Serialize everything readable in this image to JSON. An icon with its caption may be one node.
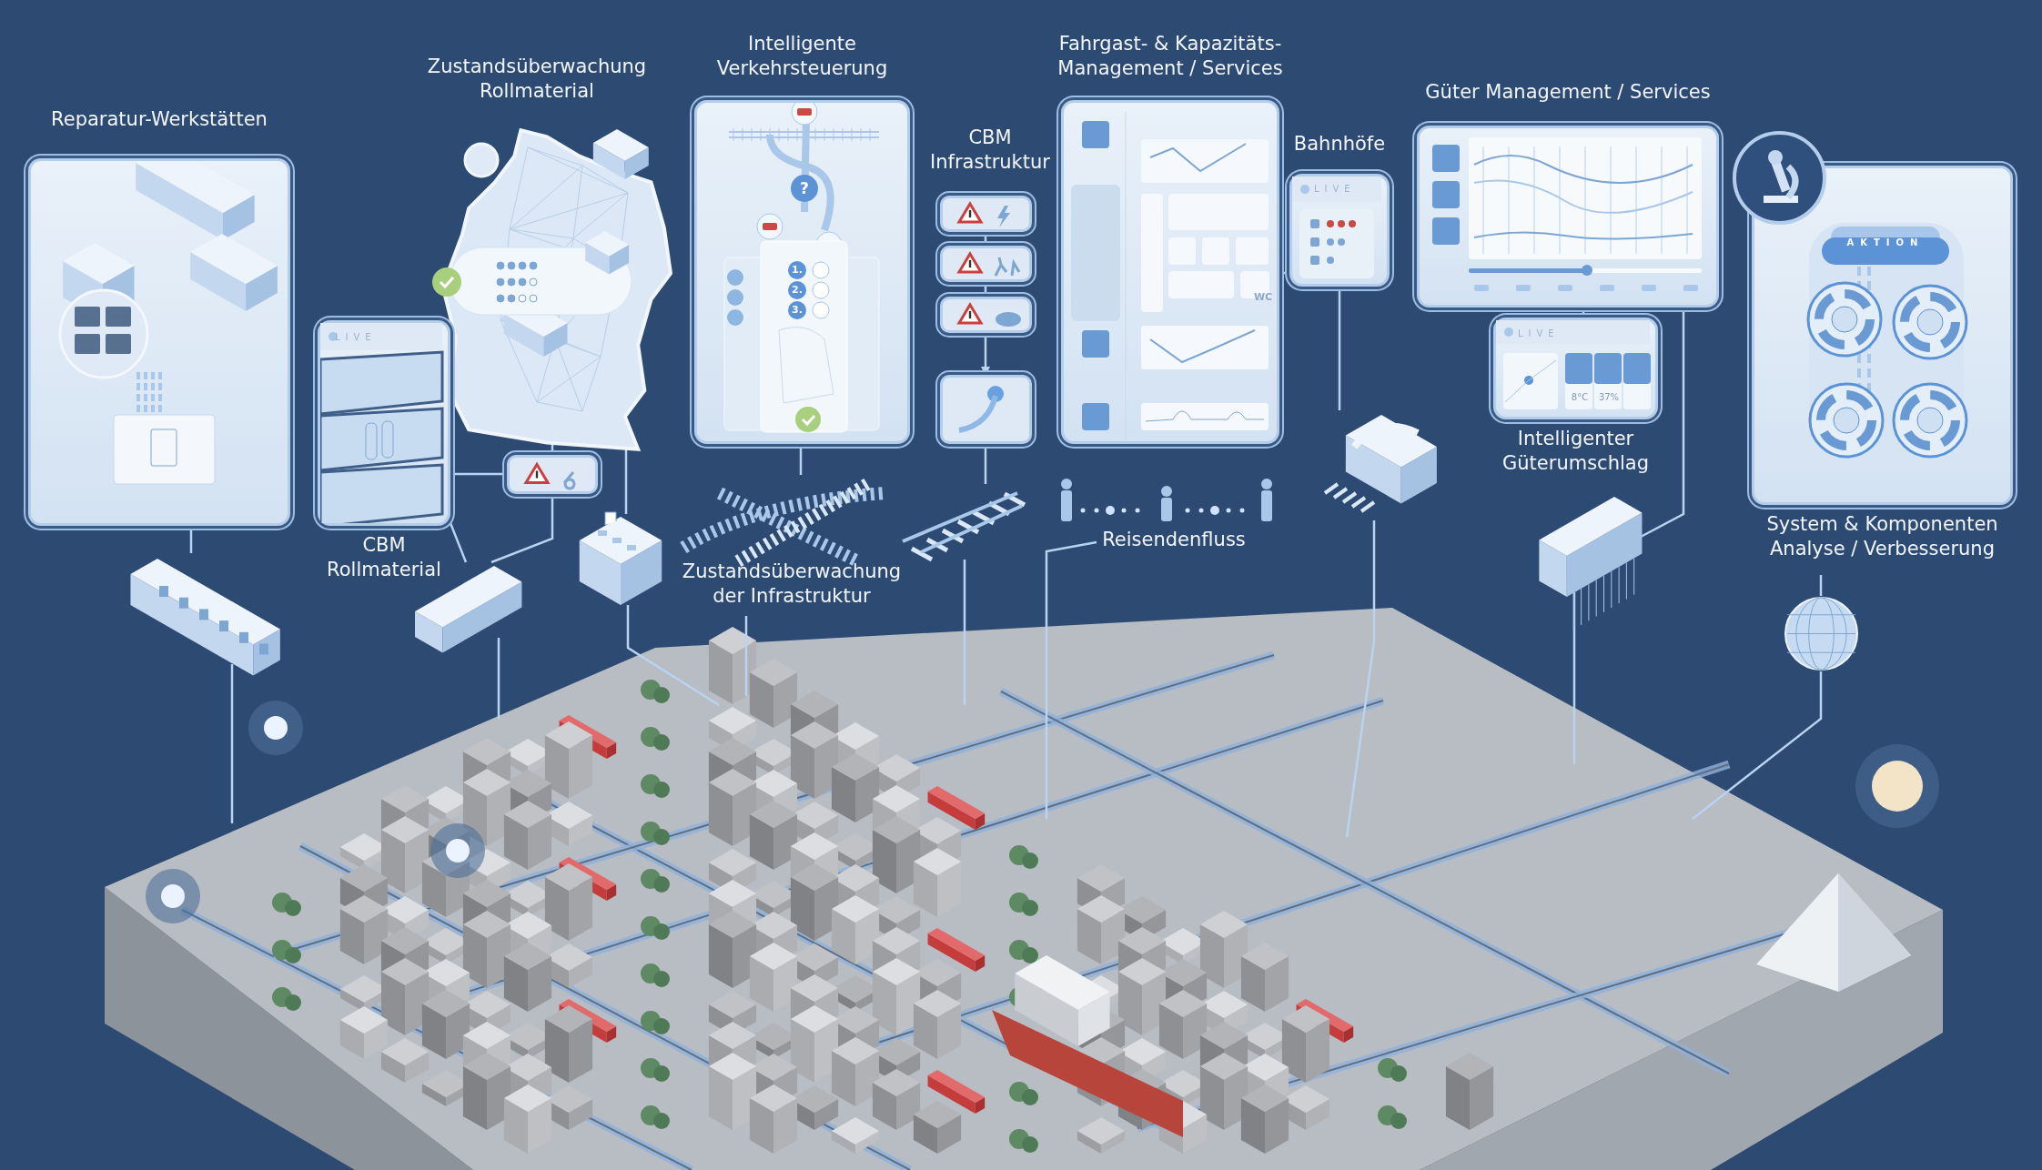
{
  "diagram": {
    "nodes": [
      {
        "text": [
          "Reparatur-Werkstätten"
        ]
      },
      {
        "text": [
          "Zustandsüberwachung Rollmaterial"
        ]
      },
      {
        "text": [
          "LIVE",
          "CBM Rollmaterial"
        ]
      },
      {
        "text": [],
        "shape": "box"
      },
      {
        "text": [
          "Intelligente Verkehrsteuerung",
          "?",
          "1.",
          "2.",
          "3."
        ]
      },
      {
        "text": [
          "CBM Infrastruktur"
        ]
      },
      {
        "text": [],
        "shape": "box"
      },
      {
        "text": [],
        "shape": "box"
      },
      {
        "text": [],
        "shape": "box"
      },
      {
        "text": [],
        "shape": "box"
      },
      {
        "text": [],
        "shape": "picture"
      },
      {
        "text": [],
        "shape": "picture"
      },
      {
        "text": [
          "Zustandsüberwachung der Infrastruktur"
        ]
      },
      {
        "text": [
          "Fahrgast- & Kapazitäts- Management / Services",
          "WC"
        ]
      },
      {
        "text": [
          "Bahnhöfe",
          "LIVE"
        ]
      },
      {
        "text": [],
        "shape": "picture"
      },
      {
        "text": [
          "Reisendenfluss"
        ]
      },
      {
        "text": [
          "Güter Management / Services"
        ]
      },
      {
        "text": [
          "LIVE",
          "8°C",
          "37%",
          "Intelligenter Güterumschlag"
        ]
      },
      {
        "text": [],
        "shape": "picture"
      },
      {
        "text": [
          "AKTION",
          "System & Komponenten Analyse / Verbesserung"
        ]
      },
      {
        "text": [],
        "shape": "circle"
      },
      {
        "text": [],
        "shape": "picture"
      },
      {
        "text": [],
        "shape": "picture"
      },
      {
        "text": [],
        "shape": "picture"
      },
      {
        "text": [],
        "shape": "picture"
      }
    ],
    "edges": [
      {
        "from": 0,
        "to": 23,
        "arrow": "none"
      },
      {
        "from": 2,
        "to": 3,
        "arrow": "none"
      },
      {
        "from": 1,
        "to": 3,
        "arrow": "none"
      },
      {
        "from": 3,
        "to": 24,
        "arrow": "none"
      },
      {
        "from": 2,
        "to": 24,
        "arrow": "none"
      },
      {
        "from": 1,
        "to": 25,
        "arrow": "none"
      },
      {
        "from": 4,
        "to": 11,
        "arrow": "none"
      },
      {
        "from": 6,
        "to": 7,
        "arrow": "none"
      },
      {
        "from": 7,
        "to": 8,
        "arrow": "none"
      },
      {
        "from": 8,
        "to": 9,
        "arrow": "to"
      },
      {
        "from": 9,
        "to": 10,
        "arrow": "none"
      },
      {
        "from": 13,
        "to": 14,
        "arrow": "none"
      },
      {
        "from": 14,
        "to": 15,
        "arrow": "none"
      },
      {
        "from": 17,
        "to": 18,
        "arrow": "none"
      },
      {
        "from": 17,
        "to": 19,
        "arrow": "none"
      },
      {
        "from": 20,
        "to": 22,
        "arrow": "none"
      },
      {
        "from": 23,
        "to": null,
        "arrow": "none"
      },
      {
        "from": 24,
        "to": null,
        "arrow": "none"
      },
      {
        "from": 25,
        "to": null,
        "arrow": "none"
      },
      {
        "from": 12,
        "to": null,
        "arrow": "none"
      },
      {
        "from": 10,
        "to": null,
        "arrow": "none"
      },
      {
        "from": 16,
        "to": null,
        "arrow": "none"
      },
      {
        "from": 15,
        "to": null,
        "arrow": "none"
      },
      {
        "from": 19,
        "to": null,
        "arrow": "none"
      },
      {
        "from": 22,
        "to": null,
        "arrow": "none"
      }
    ]
  }
}
